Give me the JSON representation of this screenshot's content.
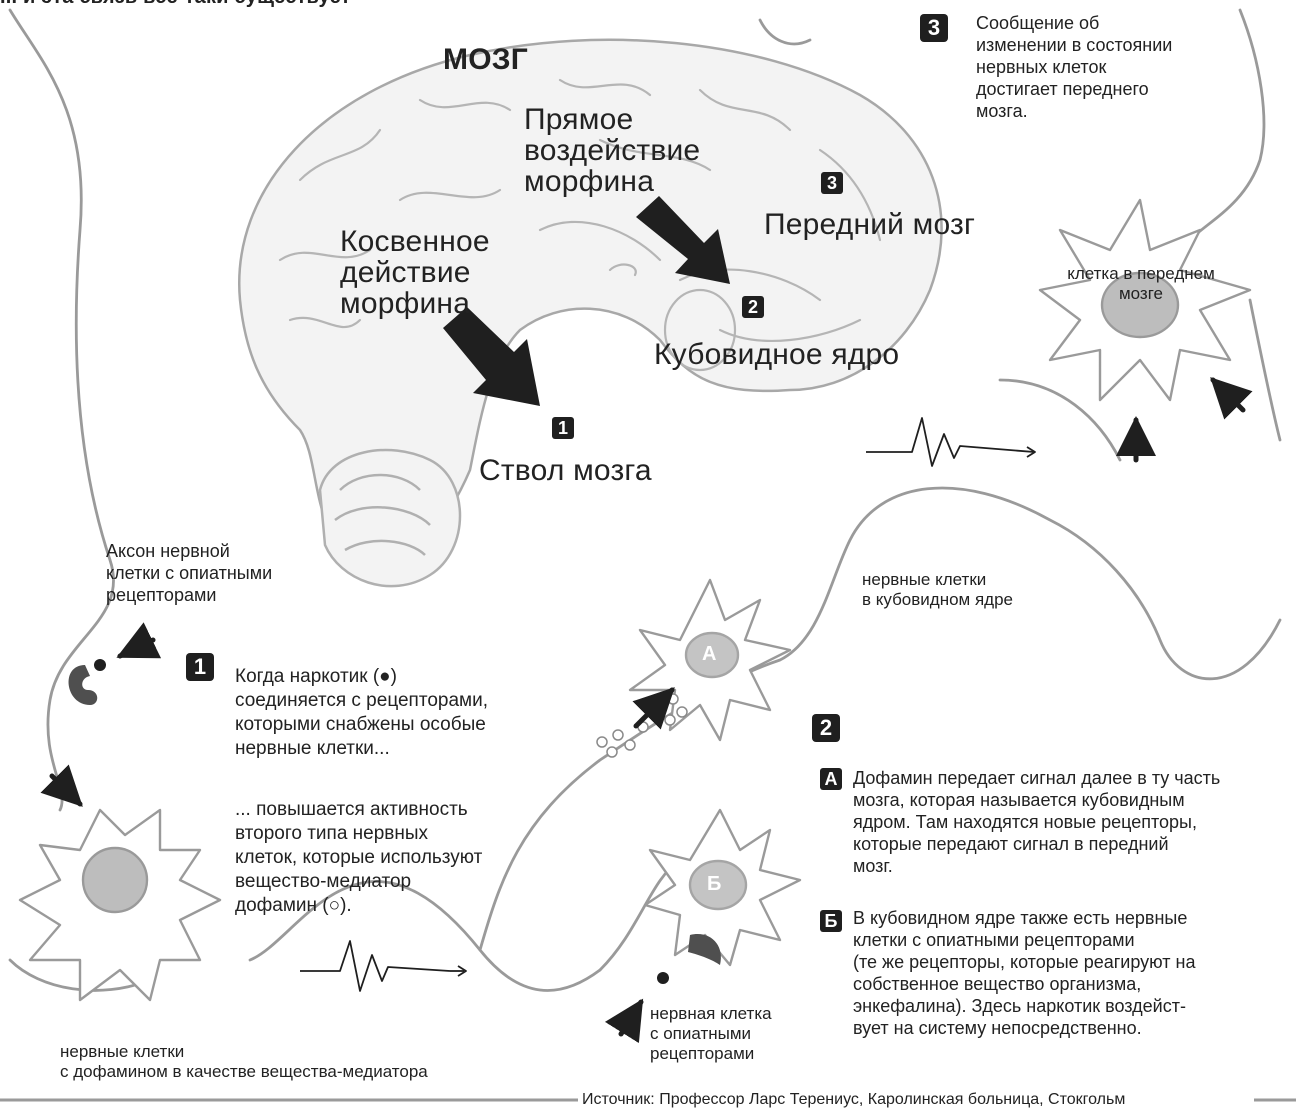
{
  "header": {
    "title_fragment": "... и эта связь всё-таки существует"
  },
  "brain": {
    "title": "МОЗГ",
    "direct_effect": "Прямое\nвоздействие\nморфина",
    "indirect_effect": "Косвенное\nдействие\nморфина",
    "regions": [
      {
        "num": "1",
        "label": "Ствол мозга"
      },
      {
        "num": "2",
        "label": "Кубовидное ядро"
      },
      {
        "num": "3",
        "label": "Передний мозг"
      }
    ]
  },
  "step3": {
    "num": "3",
    "text": "Сообщение об\nизменении в состоянии\nнервных клеток\nдостигает переднего\nмозга.",
    "cell_label": "клетка в переднем\nмозге"
  },
  "step1": {
    "num": "1",
    "axon_label": "Аксон нервной\nклетки с опиатными\nрецепторами",
    "text_a": "Когда наркотик (●)\nсоединяется с рецепторами,\nкоторыми снабжены особые\nнервные клетки...",
    "text_b": "... повышается активность\nвторого типа нервных\nклеток, которые используют\nвещество-медиатор\nдофамин (○).",
    "dopamine_cells_label": "нервные клетки\nс дофамином в качестве вещества-медиатора"
  },
  "step2": {
    "num": "2",
    "nucleus_label": "нервные клетки\nв кубовидном ядре",
    "cell_a": "А",
    "cell_b": "Б",
    "opiate_cell_label": "нервная клетка\nс опиатными\nрецепторами",
    "item_a": {
      "badge": "А",
      "text": "Дофамин передает сигнал далее в ту часть\nмозга, которая называется кубовидным\nядром. Там находятся новые рецепторы,\nкоторые передают сигнал в передний\nмозг."
    },
    "item_b": {
      "badge": "Б",
      "text": "В кубовидном ядре также есть нервные\nклетки с опиатными рецепторами\n(те же рецепторы, которые реагируют на\nсобственное вещество организма,\nэнкефалина). Здесь наркотик воздейст-\nвует на систему непосредственно."
    }
  },
  "footer": {
    "source": "Источник: Профессор Ларс Терениус, Каролинская больница, Стокгольм"
  },
  "colors": {
    "ink": "#222222",
    "outline": "#9a9a9a",
    "cell_nucleus": "#bdbdbd",
    "brain_fill": "#f4f4f4",
    "arrow": "#1f1f1f"
  }
}
